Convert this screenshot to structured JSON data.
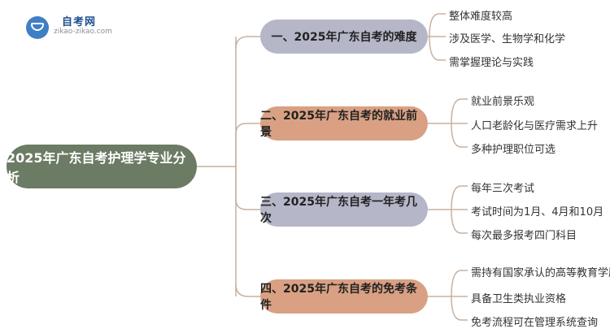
{
  "logo": {
    "name": "自考网",
    "url": "zikao-zikao.com"
  },
  "root": {
    "label": "2025年广东自考护理学专业分析"
  },
  "branches": [
    {
      "label": "一、2025年广东自考的难度",
      "leaves": [
        "整体难度较高",
        "涉及医学、生物学和化学",
        "需掌握理论与实践"
      ]
    },
    {
      "label": "二、2025年广东自考的就业前景",
      "leaves": [
        "就业前景乐观",
        "人口老龄化与医疗需求上升",
        "多种护理职位可选"
      ]
    },
    {
      "label": "三、2025年广东自考一年考几次",
      "leaves": [
        "每年三次考试",
        "考试时间为1月、4月和10月",
        "每次最多报考四门科目"
      ]
    },
    {
      "label": "四、2025年广东自考的免考条件",
      "leaves": [
        "需持有国家承认的高等教育学历",
        "具备卫生类执业资格",
        "免考流程可在管理系统查询"
      ]
    }
  ]
}
